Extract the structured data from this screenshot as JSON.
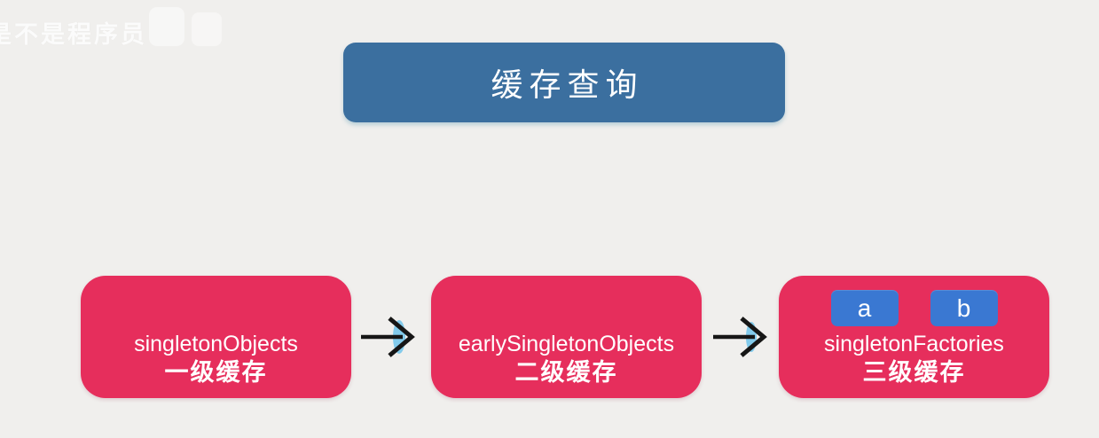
{
  "watermark": {
    "text": "是不是程序员"
  },
  "title": {
    "label": "缓存查询"
  },
  "diagram": {
    "nodes": [
      {
        "id": "level1",
        "name": "singletonObjects",
        "label": "一级缓存"
      },
      {
        "id": "level2",
        "name": "earlySingletonObjects",
        "label": "二级缓存"
      },
      {
        "id": "level3",
        "name": "singletonFactories",
        "label": "三级缓存",
        "items": [
          "a",
          "b"
        ]
      }
    ],
    "arrow_count": 2
  },
  "colors": {
    "background": "#f0efed",
    "title_box": "#3b6f9f",
    "cache_box": "#e62e5c",
    "item_box": "#3a78d2",
    "arrow": "#161616",
    "arrow_accent": "#6fc3ea",
    "text": "#ffffff"
  }
}
